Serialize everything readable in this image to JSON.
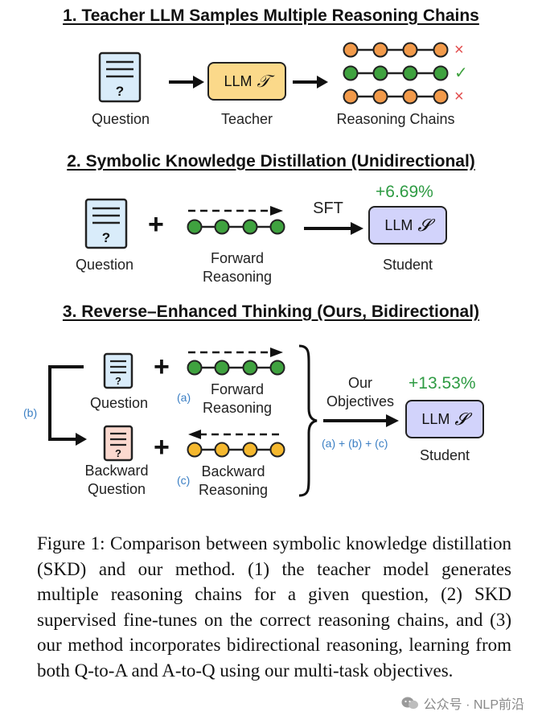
{
  "section1": {
    "title": "1. Teacher LLM Samples Multiple Reasoning Chains",
    "question_label": "Question",
    "teacher_label": "Teacher",
    "teacher_box": "LLM",
    "teacher_symbol": "𝒯",
    "chains_label": "Reasoning Chains",
    "marks": [
      "×",
      "✓",
      "×"
    ],
    "doc_symbol": "?"
  },
  "section2": {
    "title": "2. Symbolic Knowledge Distillation (Unidirectional)",
    "question_label": "Question",
    "plus": "+",
    "forward_label": "Forward Reasoning",
    "sft_label": "SFT",
    "gain": "+6.69%",
    "student_box": "LLM",
    "student_symbol": "𝓢",
    "student_label": "Student",
    "doc_symbol": "?"
  },
  "section3": {
    "title": "3. Reverse–Enhanced Thinking (Ours, Bidirectional)",
    "question_label": "Question",
    "backward_question_label": "Backward Question",
    "plus": "+",
    "forward_label": "Forward Reasoning",
    "backward_label": "Backward Reasoning",
    "tag_a": "(a)",
    "tag_b": "(b)",
    "tag_c": "(c)",
    "objectives_label": "Our Objectives",
    "objectives_formula": "(a) + (b) + (c)",
    "gain": "+13.53%",
    "student_box": "LLM",
    "student_symbol": "𝓢",
    "student_label": "Student",
    "doc_symbol": "?"
  },
  "caption": "Figure 1: Comparison between symbolic knowledge distillation (SKD) and our method. (1) the teacher model generates multiple reasoning chains for a given question, (2) SKD supervised fine-tunes on the correct reasoning chains, and (3) our method incorporates bidirectional reasoning, learning from both Q-to-A and A-to-Q using our multi-task objectives.",
  "watermark": "公众号 · NLP前沿",
  "colors": {
    "orange_node": "#f29a4a",
    "green_node": "#3fa23f",
    "yellow_node": "#f5b82e",
    "teacher_fill": "#fbd98a",
    "student_fill": "#d2d3fb",
    "doc_blue": "#d9ecfa",
    "doc_pink": "#fbd9cf",
    "gain_green": "#2e9b43",
    "tag_blue": "#3b7fc4",
    "cross_red": "#e24d4d",
    "check_green": "#3fa23f"
  }
}
